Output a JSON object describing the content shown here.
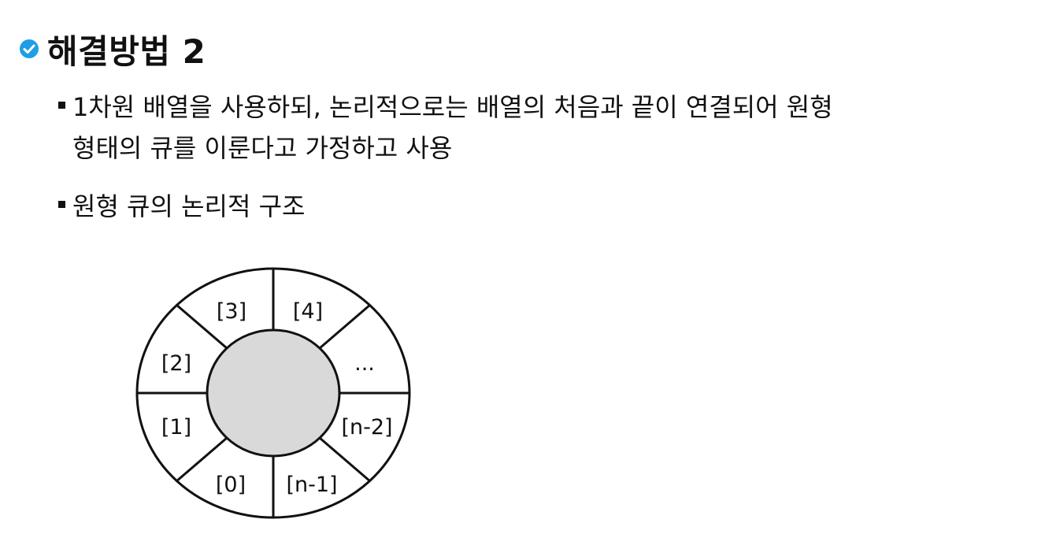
{
  "title": {
    "icon": "check-circle-icon",
    "icon_color": "#1f9ee6",
    "text": "해결방법 2"
  },
  "bullets": [
    {
      "line1": "1차원 배열을 사용하되, 논리적으로는 배열의 처음과 끝이 연결되어 원형",
      "line2": "형태의 큐를 이룬다고 가정하고 사용"
    },
    {
      "line1": "원형 큐의 논리적 구조"
    }
  ],
  "diagram": {
    "center_fill": "#d9d9d9",
    "cells": [
      "[3]",
      "[4]",
      "...",
      "[n-2]",
      "[n-1]",
      "[0]",
      "[1]",
      "[2]"
    ]
  }
}
